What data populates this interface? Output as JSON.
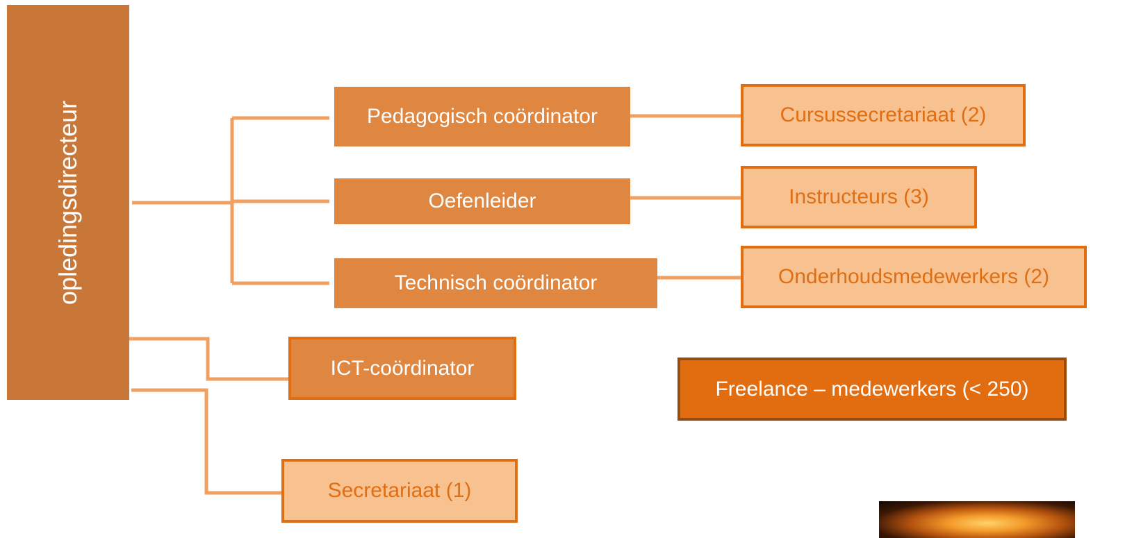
{
  "director": {
    "label": "opledingsdirecteur"
  },
  "level1": [
    {
      "label": "Pedagogisch coördinator"
    },
    {
      "label": "Oefenleider"
    },
    {
      "label": "Technisch coördinator"
    }
  ],
  "level2": [
    {
      "label": "Cursussecretariaat (2)"
    },
    {
      "label": "Instructeurs (3)"
    },
    {
      "label": "Onderhoudsmedewerkers (2)"
    }
  ],
  "staff": [
    {
      "label": "ICT-coördinator"
    },
    {
      "label": "Secretariaat (1)"
    }
  ],
  "freelance": {
    "label": "Freelance – medewerkers (< 250)"
  },
  "colors": {
    "director": "#c87738",
    "mid_box": "#df8640",
    "light_box": "#f8c190",
    "accent": "#e06e12",
    "connector": "#f0a060",
    "freelance_box": "#e26d10",
    "freelance_border": "#9b4b0a"
  }
}
